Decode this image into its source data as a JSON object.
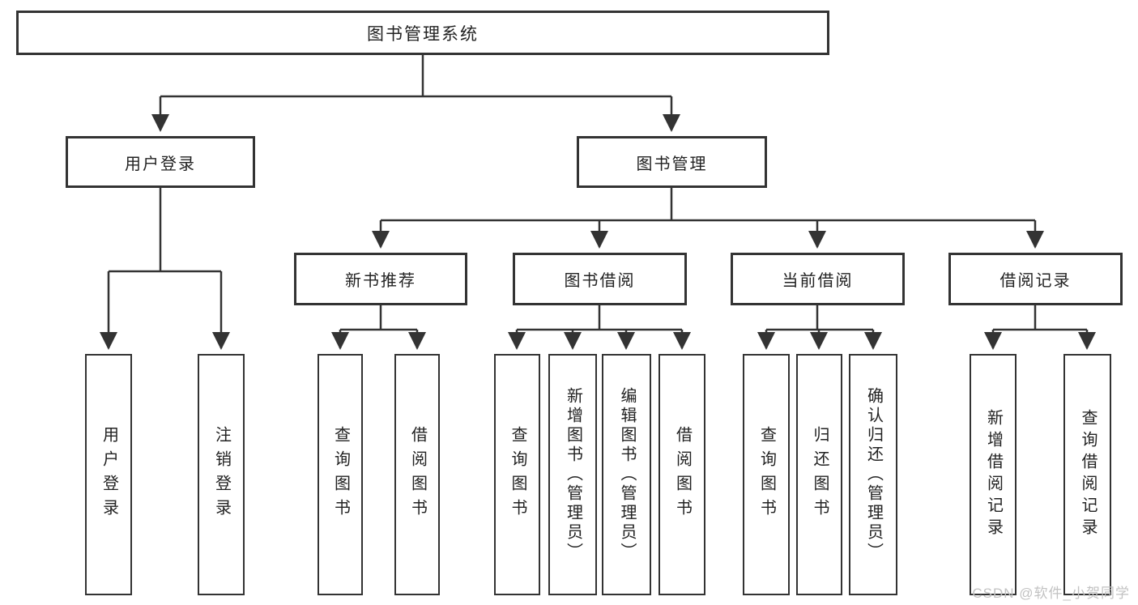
{
  "diagram": {
    "watermark": "CSDN @软件_小贺同学",
    "colors": {
      "line": "#333333",
      "text": "#222222",
      "watermark": "#c2c2c2",
      "background": "#ffffff"
    },
    "nodes": {
      "root": {
        "label": "图书管理系统"
      },
      "user_login": {
        "label": "用户登录"
      },
      "book_mgmt": {
        "label": "图书管理"
      },
      "new_book_rec": {
        "label": "新书推荐"
      },
      "book_borrow": {
        "label": "图书借阅"
      },
      "current_borrow": {
        "label": "当前借阅"
      },
      "borrow_records": {
        "label": "借阅记录"
      },
      "login": {
        "label": "用户登录"
      },
      "logout": {
        "label": "注销登录"
      },
      "nb_query": {
        "label": "查询图书"
      },
      "nb_borrow": {
        "label": "借阅图书"
      },
      "bb_query": {
        "label": "查询图书"
      },
      "bb_add": {
        "label": "新增图书（管理员）"
      },
      "bb_edit": {
        "label": "编辑图书（管理员）"
      },
      "bb_borrow": {
        "label": "借阅图书"
      },
      "cb_query": {
        "label": "查询图书"
      },
      "cb_return": {
        "label": "归还图书"
      },
      "cb_confirm": {
        "label": "确认归还（管理员）"
      },
      "br_add": {
        "label": "新增借阅记录"
      },
      "br_query": {
        "label": "查询借阅记录"
      }
    }
  }
}
